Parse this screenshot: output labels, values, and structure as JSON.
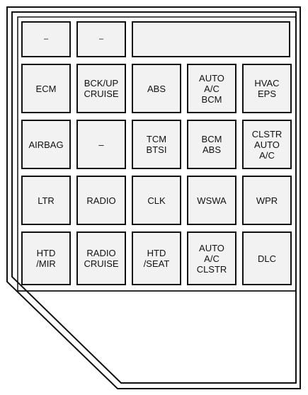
{
  "fuse_block": {
    "row0": [
      "–",
      "–",
      ""
    ],
    "row1": [
      "ECM",
      "BCK/UP\nCRUISE",
      "ABS",
      "AUTO\nA/C\nBCM",
      "HVAC\nEPS"
    ],
    "row2": [
      "AIRBAG",
      "–",
      "TCM\nBTSI",
      "BCM\nABS",
      "CLSTR\nAUTO\nA/C"
    ],
    "row3": [
      "LTR",
      "RADIO",
      "CLK",
      "WSWA",
      "WPR"
    ],
    "row4": [
      "HTD\n/MIR",
      "RADIO\nCRUISE",
      "HTD\n/SEAT",
      "AUTO\nA/C\nCLSTR",
      "DLC"
    ]
  }
}
